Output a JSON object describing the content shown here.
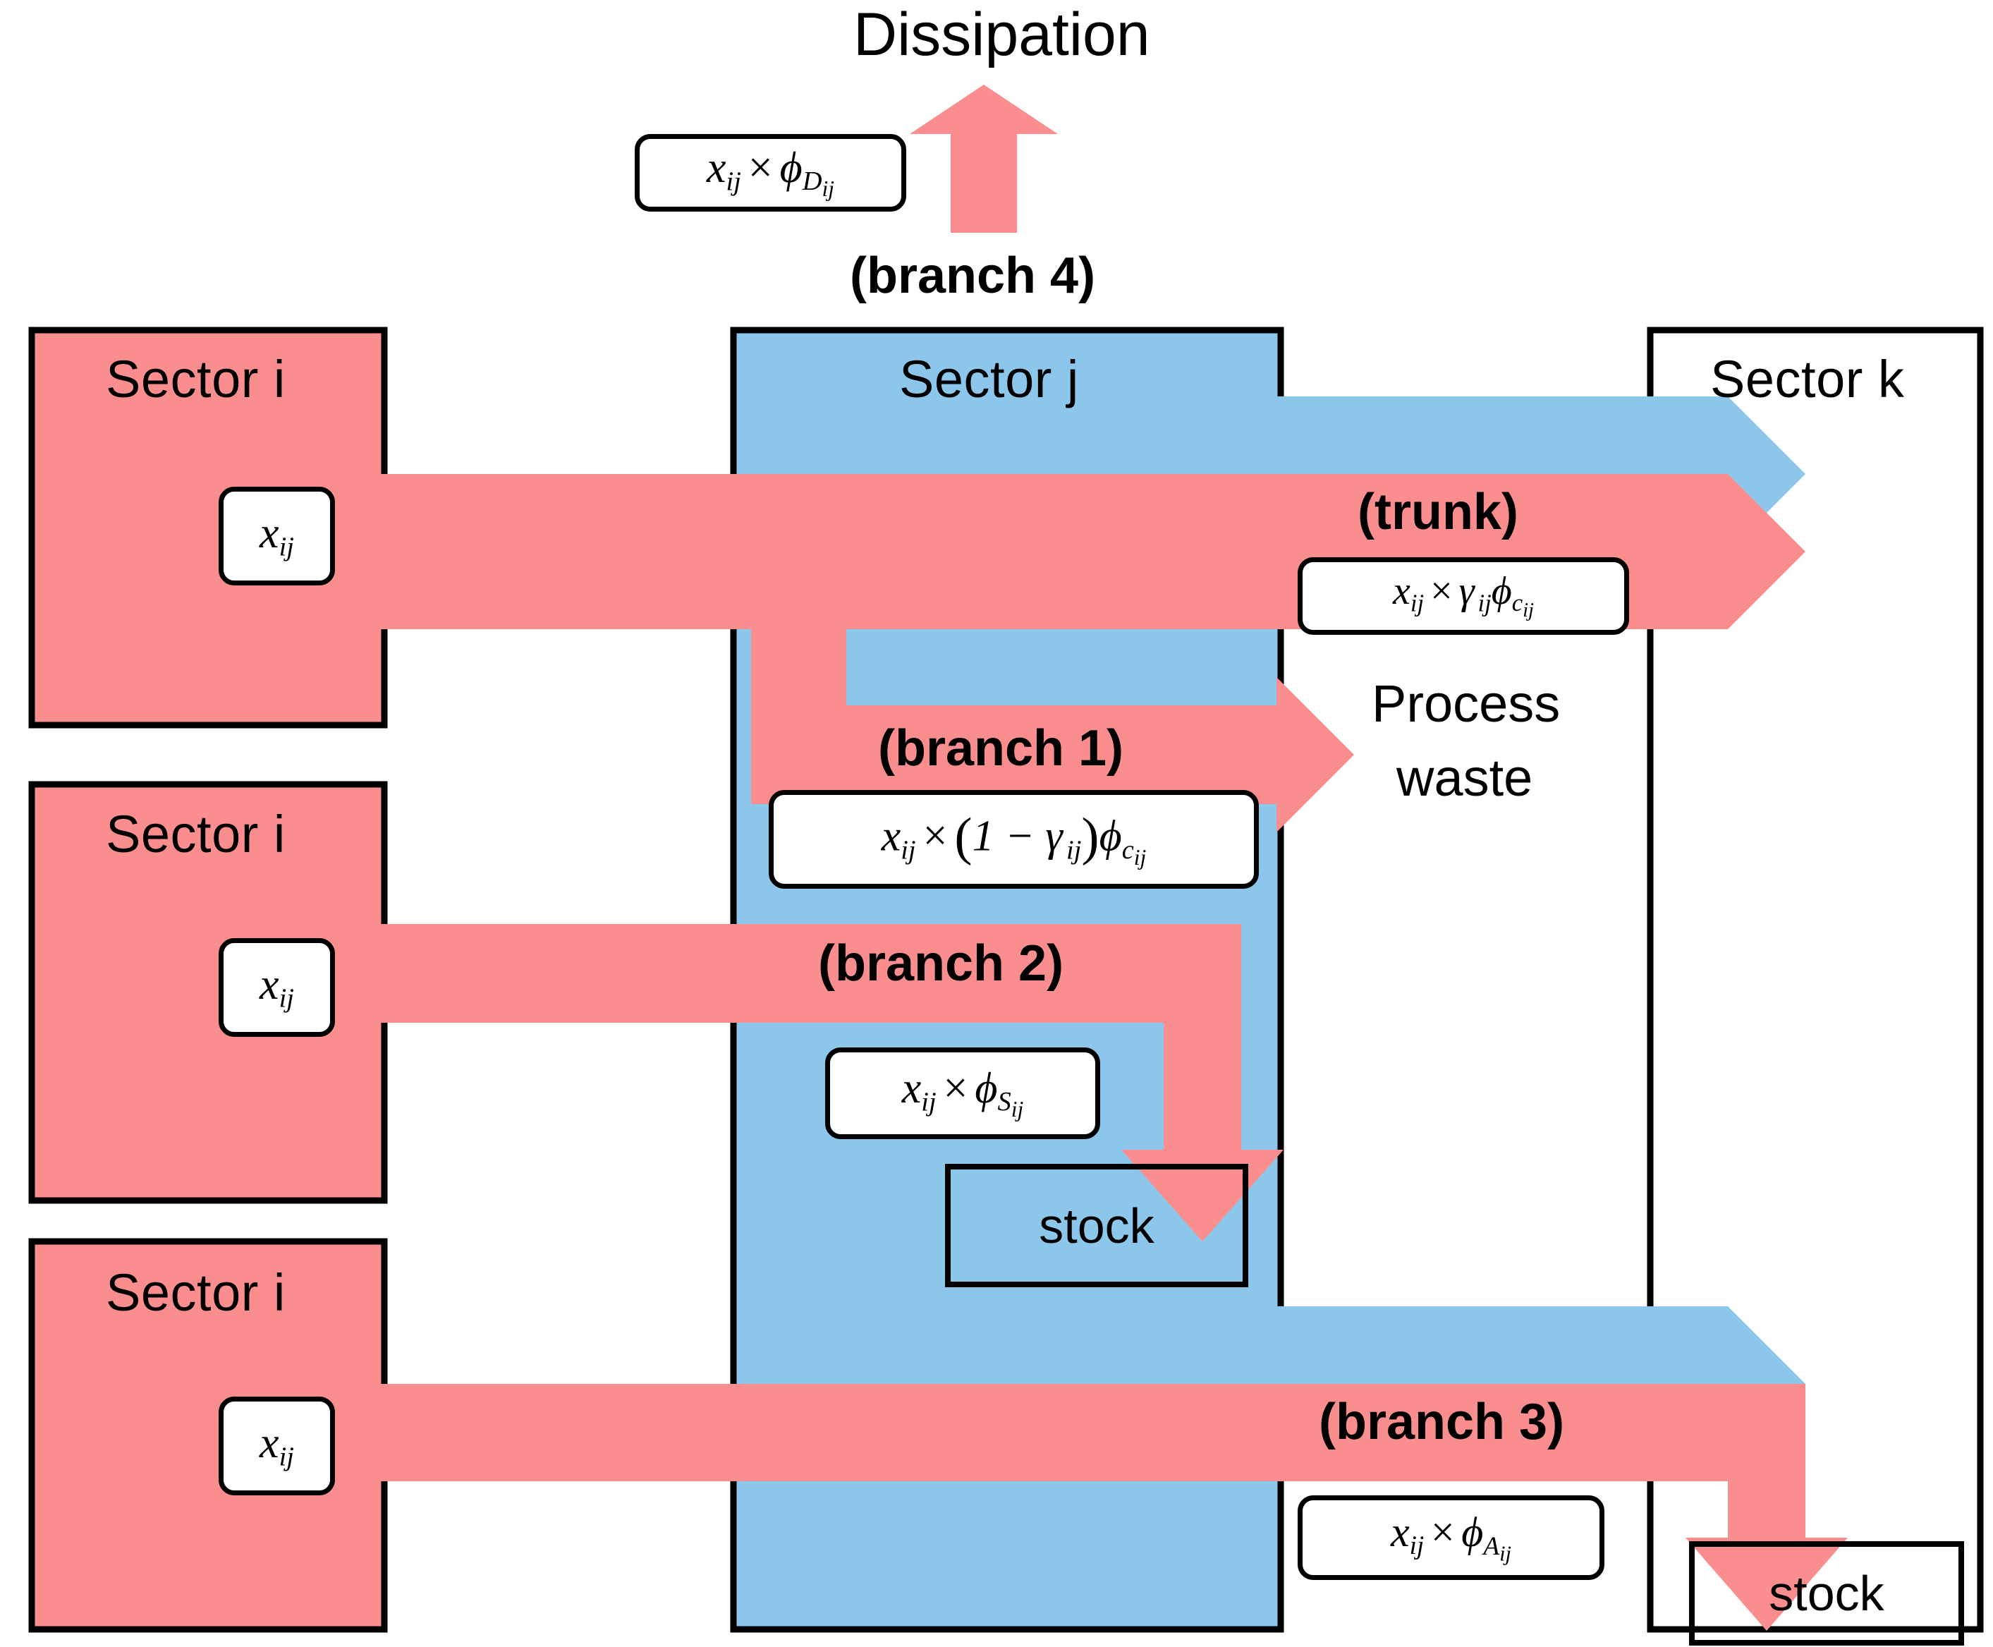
{
  "diagram": {
    "title_label": "Dissipation",
    "colors": {
      "flow_pink": "#FA8E8E",
      "sector_j_blue": "#8CC6EA",
      "sector_i_pink": "#FA8E8E",
      "outline": "#000000"
    }
  },
  "sectors": {
    "source_rows": [
      {
        "title": "Sector i",
        "flow_label": "x_ij"
      },
      {
        "title": "Sector i",
        "flow_label": "x_ij"
      },
      {
        "title": "Sector i",
        "flow_label": "x_ij"
      }
    ],
    "middle": {
      "title": "Sector j"
    },
    "right": {
      "title": "Sector k"
    }
  },
  "branches": {
    "trunk": {
      "label": "(trunk)"
    },
    "one": {
      "label": "(branch 1)"
    },
    "two": {
      "label": "(branch 2)"
    },
    "three": {
      "label": "(branch 3)"
    },
    "four": {
      "label": "(branch 4)"
    }
  },
  "nodes": {
    "dissipation": "Dissipation",
    "process_waste_line1": "Process",
    "process_waste_line2": "waste",
    "stock_j": "stock",
    "stock_k": "stock"
  },
  "formulas": {
    "x_ij_1": "x_ij",
    "x_ij_2": "x_ij",
    "x_ij_3": "x_ij",
    "dissipation": "x_ij × φ_D_ij",
    "process_waste": "x_ij × γ_ij φ_c_ij",
    "branch1": "x_ij × (1 − γ_ij) φ_c_ij",
    "branch2": "x_ij × φ_S_ij",
    "branch3": "x_ij × φ_A_ij"
  },
  "chart_data": {
    "type": "diagram",
    "title": "Material flow branching from Sector i to Sector j and Sector k",
    "flows": [
      {
        "id": "trunk",
        "from": "Sector i (row 1)",
        "to": "Sector k",
        "label": "(trunk)",
        "expression": "x_ij"
      },
      {
        "id": "branch1",
        "from": "Sector j",
        "to": "Process waste",
        "label": "(branch 1)",
        "expression": "x_ij × (1 − γ_ij) φ_c_ij"
      },
      {
        "id": "branch2",
        "from": "Sector i (row 2)",
        "to": "stock (Sector j)",
        "label": "(branch 2)",
        "expression": "x_ij × φ_S_ij"
      },
      {
        "id": "branch3",
        "from": "Sector i (row 3)",
        "to": "stock (Sector k)",
        "label": "(branch 3)",
        "expression": "x_ij × φ_A_ij"
      },
      {
        "id": "branch4",
        "from": "Sector j",
        "to": "Dissipation",
        "label": "(branch 4)",
        "expression": "x_ij × φ_D_ij"
      },
      {
        "id": "waste-share",
        "from": "Sector j",
        "to": "Process waste",
        "label": "",
        "expression": "x_ij × γ_ij φ_c_ij"
      }
    ]
  }
}
